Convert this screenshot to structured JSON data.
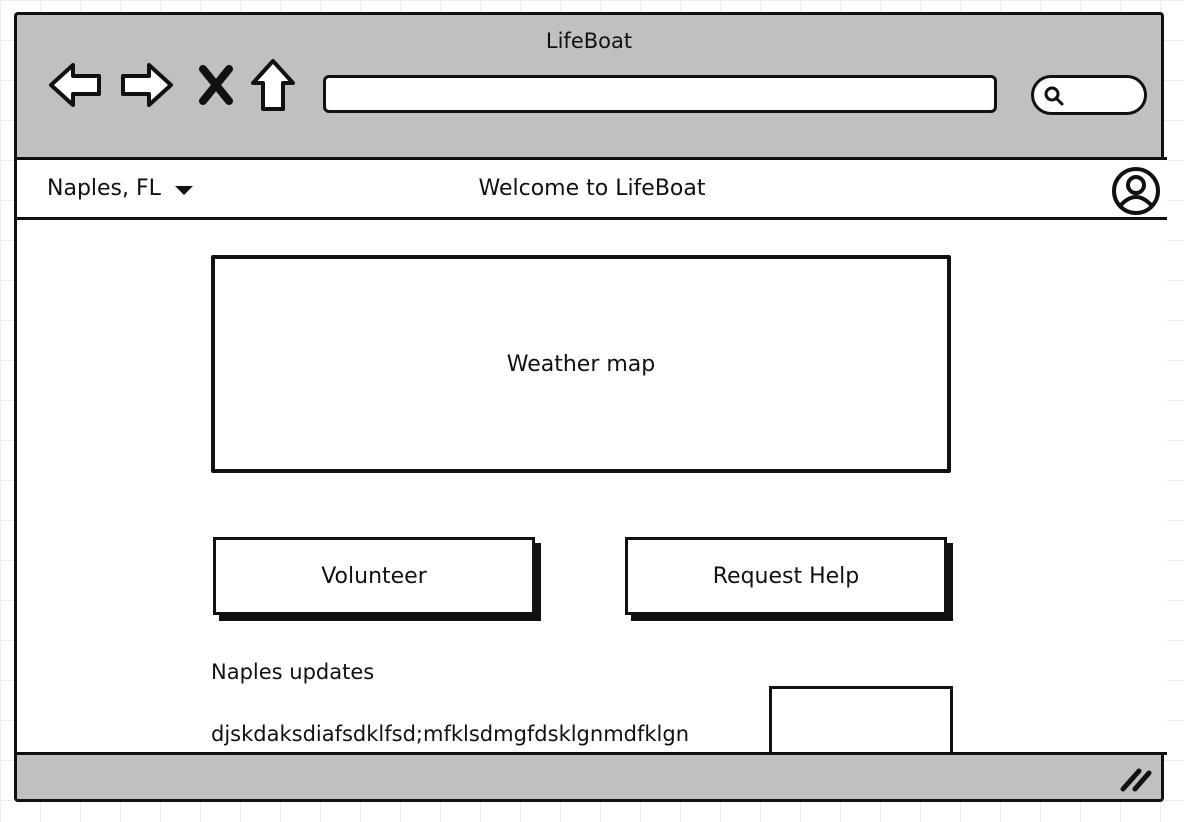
{
  "window": {
    "title": "LifeBoat"
  },
  "toolbar": {
    "back_icon": "arrow-left-icon",
    "forward_icon": "arrow-right-icon",
    "stop_icon": "close-icon",
    "home_icon": "home-icon",
    "address_value": "",
    "search_icon": "search-icon",
    "search_value": ""
  },
  "header": {
    "location": "Naples, FL",
    "title": "Welcome to LifeBoat",
    "avatar_icon": "user-icon"
  },
  "main": {
    "map_label": "Weather map",
    "volunteer_label": "Volunteer",
    "request_help_label": "Request Help",
    "updates_heading": "Naples updates",
    "updates_text": "djskdaksdiafsdklfsd;mfklsdmgfdsklgnmdfklgn"
  }
}
